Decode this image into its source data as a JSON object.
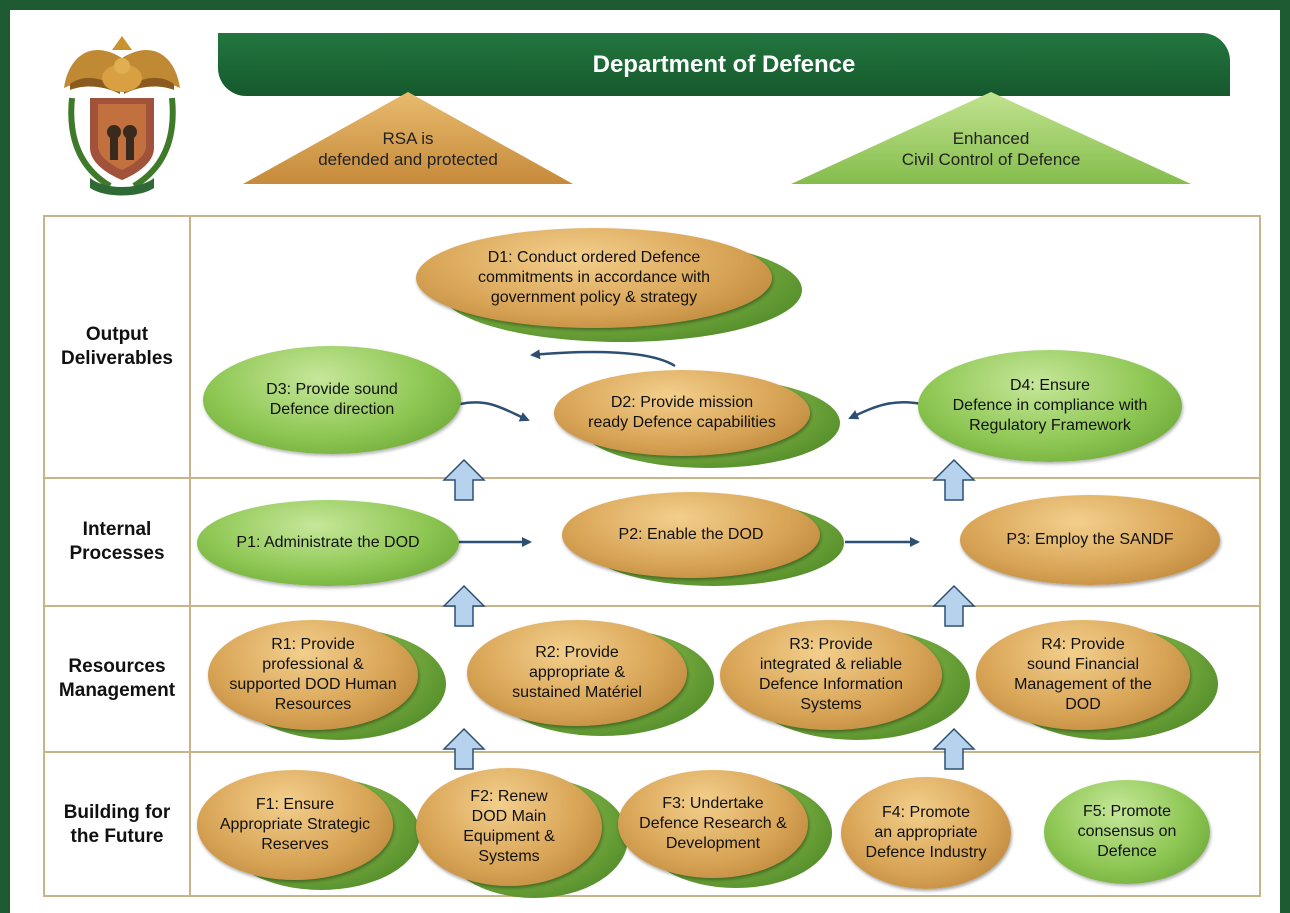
{
  "title": "Department of Defence",
  "outcomes": [
    {
      "label": "RSA is\ndefended and protected",
      "color": "#d9a658"
    },
    {
      "label": "Enhanced\nCivil Control of Defence",
      "color": "#a6cf6e"
    }
  ],
  "rows": {
    "output": "Output\nDeliverables",
    "internal": "Internal\nProcesses",
    "resources": "Resources\nManagement",
    "future": "Building for\nthe Future"
  },
  "deliverables": {
    "d1": "D1: Conduct ordered Defence\ncommitments in accordance with\ngovernment policy & strategy",
    "d2": "D2: Provide mission\nready Defence capabilities",
    "d3": "D3: Provide sound\nDefence direction",
    "d4": "D4: Ensure\nDefence in compliance with\nRegulatory Framework"
  },
  "processes": {
    "p1": "P1: Administrate the DOD",
    "p2": "P2: Enable the DOD",
    "p3": "P3: Employ the SANDF"
  },
  "resources": {
    "r1": "R1: Provide\nprofessional &\nsupported DOD Human\nResources",
    "r2": "R2: Provide\nappropriate &\nsustained Matériel",
    "r3": "R3: Provide\nintegrated & reliable\nDefence Information\nSystems",
    "r4": "R4: Provide\nsound Financial\nManagement of the\nDOD"
  },
  "future": {
    "f1": "F1: Ensure\nAppropriate Strategic\nReserves",
    "f2": "F2: Renew\nDOD Main\nEquipment &\nSystems",
    "f3": "F3: Undertake\nDefence Research &\nDevelopment",
    "f4": "F4: Promote\nan appropriate\nDefence Industry",
    "f5": "F5: Promote\nconsensus on\nDefence"
  },
  "colors": {
    "tan": "#d8a456",
    "green": "#8dc652",
    "arrow": "#2d4f72",
    "upArrow": "#b7d2ec",
    "banner": "#1b6a36",
    "border": "#c9b48a"
  },
  "icons": [
    "coat-of-arms-icon",
    "up-arrow-icon",
    "flow-arrow-icon"
  ]
}
